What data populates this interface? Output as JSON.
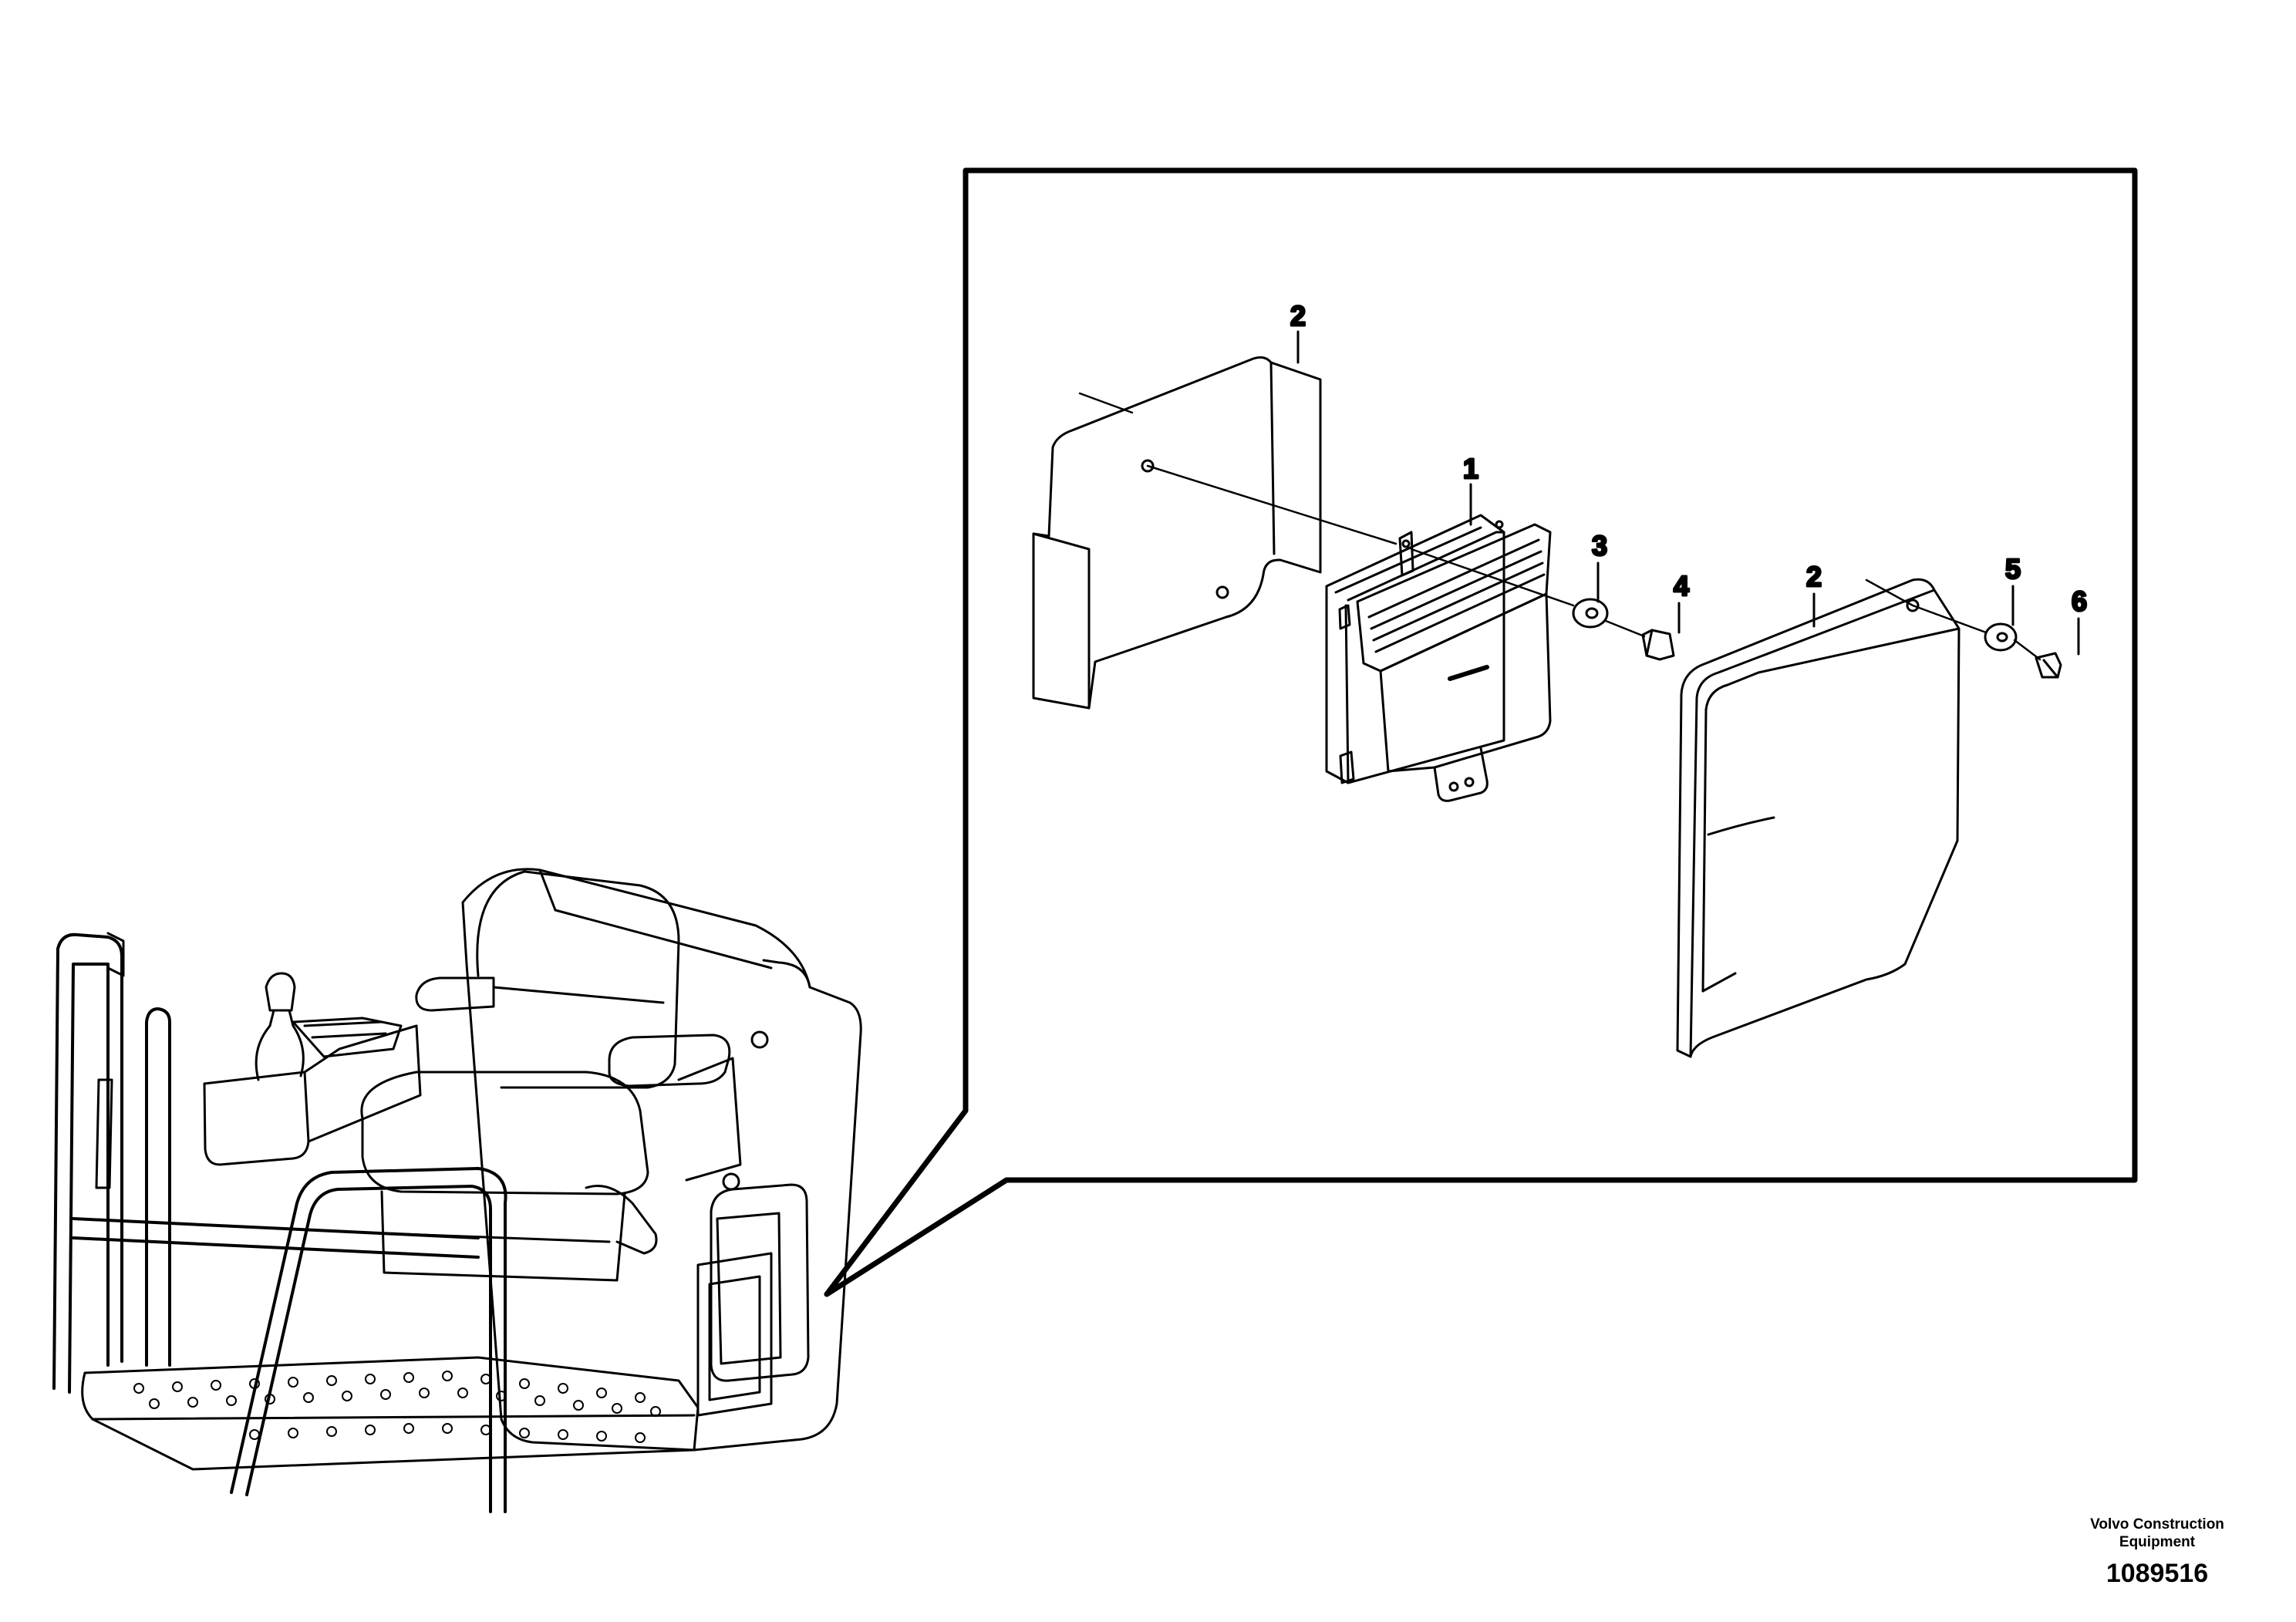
{
  "callouts": [
    {
      "key": "c1",
      "label": "1"
    },
    {
      "key": "c2a",
      "label": "2"
    },
    {
      "key": "c2b",
      "label": "2"
    },
    {
      "key": "c3",
      "label": "3"
    },
    {
      "key": "c4",
      "label": "4"
    },
    {
      "key": "c5",
      "label": "5"
    },
    {
      "key": "c6",
      "label": "6"
    }
  ],
  "credit": {
    "org_line1": "Volvo Construction",
    "org_line2": "Equipment",
    "document_number": "1089516"
  }
}
